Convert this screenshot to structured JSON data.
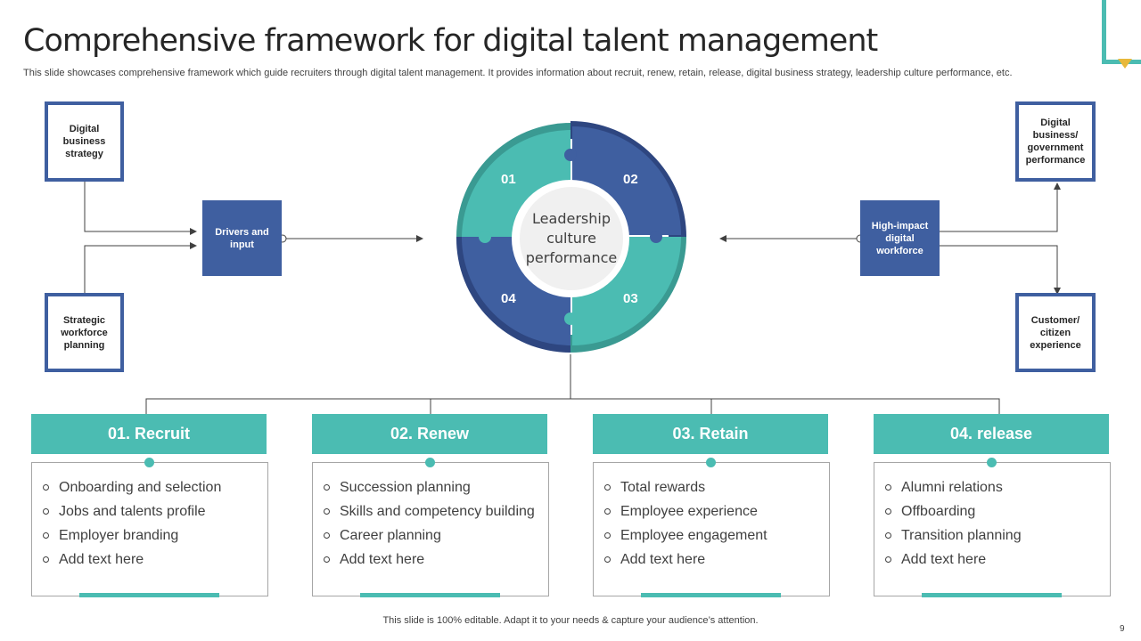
{
  "title": "Comprehensive framework for digital talent management",
  "subtitle": "This slide showcases comprehensive framework which guide recruiters through digital talent management. It provides information about recruit, renew, retain, release, digital business strategy, leadership culture performance, etc.",
  "left": {
    "box_top": "Digital business strategy",
    "box_bottom": "Strategic workforce planning",
    "drivers": "Drivers and input"
  },
  "right": {
    "box_top": "Digital business/ government performance",
    "box_bottom": "Customer/ citizen experience",
    "high_impact": "High-impact digital workforce"
  },
  "center": {
    "label": "Leadership culture performance",
    "segments": [
      "01",
      "02",
      "03",
      "04"
    ]
  },
  "colors": {
    "teal": "#4bbcb2",
    "teal_dark": "#3a9a92",
    "blue": "#3f5fa0",
    "blue_dark": "#2e4680",
    "gold": "#e8b83b"
  },
  "columns": [
    {
      "header": "01. Recruit",
      "items": [
        "Onboarding and selection",
        "Jobs and talents profile",
        "Employer branding",
        "Add text here"
      ]
    },
    {
      "header": "02. Renew",
      "items": [
        "Succession planning",
        "Skills and competency building",
        "Career planning",
        "Add text here"
      ]
    },
    {
      "header": "03. Retain",
      "items": [
        "Total rewards",
        "Employee experience",
        "Employee engagement",
        "Add text here"
      ]
    },
    {
      "header": "04. release",
      "items": [
        "Alumni relations",
        "Offboarding",
        "Transition planning",
        "Add text here"
      ]
    }
  ],
  "footer": "This slide is 100% editable. Adapt it to your needs & capture your audience’s attention.",
  "page_number": "9"
}
